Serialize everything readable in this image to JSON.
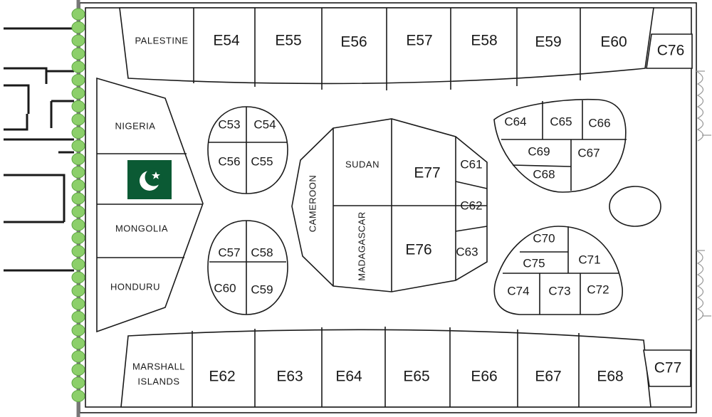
{
  "colors": {
    "outline": "#1a1a1a",
    "rail": "#777777",
    "tree_fill": "#8ccf6a",
    "tree_stroke": "#5fa844",
    "flag_green": "#0b5a34",
    "flag_white": "#ffffff"
  },
  "top_row": {
    "country": "PALESTINE",
    "booths": [
      "E54",
      "E55",
      "E56",
      "E57",
      "E58",
      "E59",
      "E60"
    ],
    "corner": "C76"
  },
  "bottom_row": {
    "country_line1": "MARSHALL",
    "country_line2": "ISLANDS",
    "booths": [
      "E62",
      "E63",
      "E64",
      "E65",
      "E66",
      "E67",
      "E68"
    ],
    "corner": "C77"
  },
  "west_block": {
    "countries": [
      "NIGERIA",
      "MONGOLIA",
      "HONDURU"
    ],
    "flag": "pakistan-flag"
  },
  "pod_upper_left": [
    "C53",
    "C54",
    "C56",
    "C55"
  ],
  "pod_lower_left": [
    "C57",
    "C58",
    "C60",
    "C59"
  ],
  "center": {
    "left": "CAMEROON",
    "top": "SUDAN",
    "bottom": "MADAGASCAR",
    "e_top": "E77",
    "e_bottom": "E76",
    "c_stack": [
      "C61",
      "C62",
      "C63"
    ]
  },
  "pod_upper_right": [
    "C64",
    "C65",
    "C66",
    "C69",
    "C67",
    "C68"
  ],
  "pod_lower_right": [
    "C70",
    "C75",
    "C71",
    "C74",
    "C73",
    "C72"
  ]
}
